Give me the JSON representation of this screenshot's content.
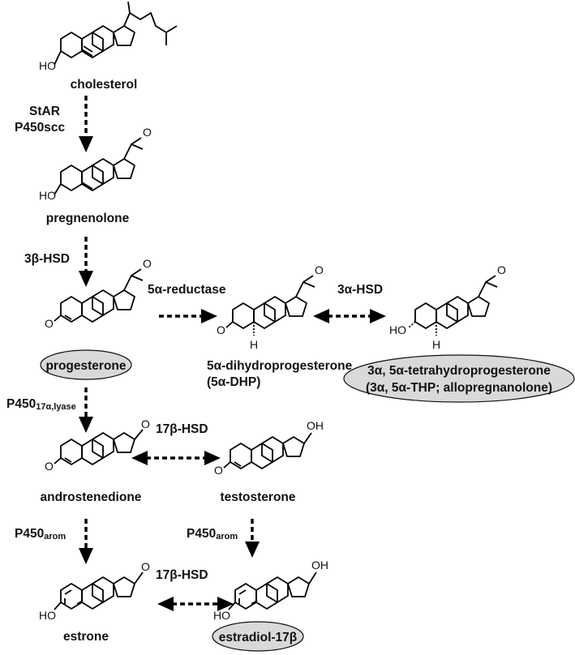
{
  "compounds": {
    "cholesterol": "cholesterol",
    "pregnenolone": "pregnenolone",
    "progesterone": "progesterone",
    "dhp_line1": "5α-dihydroprogesterone",
    "dhp_line2": "(5α-DHP)",
    "thp_line1": "3α, 5α-tetrahydroprogesterone",
    "thp_line2": "(3α, 5α-THP; allopregnanolone)",
    "androstenedione": "androstenedione",
    "testosterone": "testosterone",
    "estrone": "estrone",
    "estradiol": "estradiol-17β"
  },
  "enzymes": {
    "star": "StAR",
    "p450scc": "P450scc",
    "hsd3b": "3β-HSD",
    "reductase5a": "5α-reductase",
    "hsd3a": "3α-HSD",
    "p450_17_main": "P450",
    "p450_17_sub": "17α,lyase",
    "hsd17b_upper": "17β-HSD",
    "hsd17b_lower": "17β-HSD",
    "arom_left_main": "P450",
    "arom_left_sub": "arom",
    "arom_right_main": "P450",
    "arom_right_sub": "arom"
  },
  "atoms": {
    "ho": "HO",
    "oh": "OH",
    "o": "O",
    "h": "H"
  },
  "highlighted": [
    "progesterone",
    "3α, 5α-tetrahydroprogesterone",
    "estradiol-17β"
  ]
}
